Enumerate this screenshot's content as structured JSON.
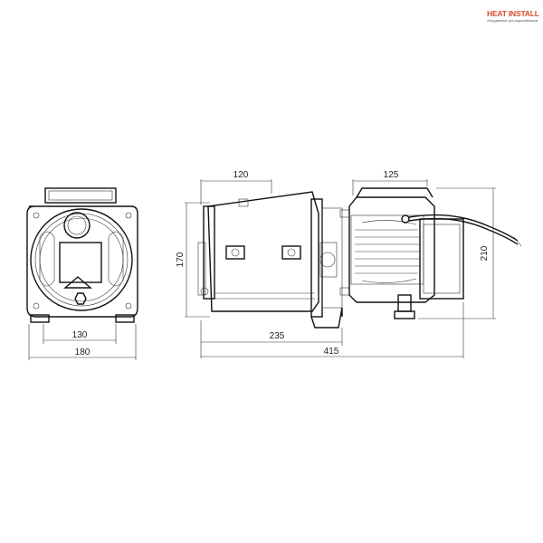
{
  "logo": {
    "brand": "HEAT INSTALL",
    "tagline": "оборудование для водоснабжения",
    "color": "#d94a2b"
  },
  "dimensions": {
    "front_inner_width": "130",
    "front_outer_width": "180",
    "side_height": "170",
    "top_section_left": "120",
    "top_section_right": "125",
    "bottom_mid": "235",
    "bottom_total": "415",
    "right_height": "210"
  }
}
